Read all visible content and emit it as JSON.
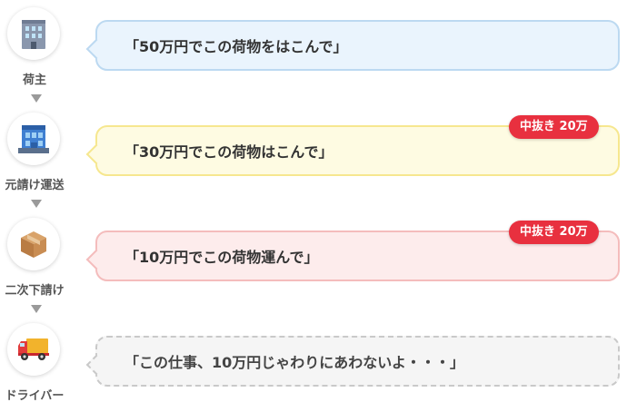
{
  "colors": {
    "shipper_bubble": "#eaf4fd",
    "prime_bubble": "#fefbe2",
    "sub_bubble": "#fdecec",
    "driver_bubble": "#f5f5f5",
    "badge": "#e8303f"
  },
  "rows": [
    {
      "actor": "荷主",
      "icon": "office-building-icon",
      "message": "「50万円でこの荷物をはこんで」",
      "badge": null
    },
    {
      "actor": "元請け運送",
      "icon": "warehouse-building-icon",
      "message": "「30万円でこの荷物はこんで」",
      "badge": "中抜き 20万"
    },
    {
      "actor": "二次下請け",
      "icon": "package-box-icon",
      "message": "「10万円でこの荷物運んで」",
      "badge": "中抜き 20万"
    },
    {
      "actor": "ドライバー",
      "icon": "delivery-truck-icon",
      "message": "「この仕事、10万円じゃわりにあわないよ・・・」",
      "badge": null
    }
  ]
}
